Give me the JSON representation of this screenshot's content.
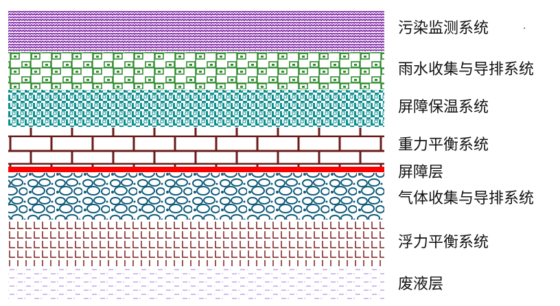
{
  "layers": [
    {
      "id": "pollution",
      "label": "污染监测系统",
      "pattern": "zigzag",
      "color": "#7b1fa2"
    },
    {
      "id": "rain",
      "label": "雨水收集与导排系统",
      "pattern": "grid-squares",
      "color": "#2e8b2e"
    },
    {
      "id": "insulation",
      "label": "屏障保温系统",
      "pattern": "weave",
      "color": "#0f8f8f"
    },
    {
      "id": "gravity",
      "label": "重力平衡系统",
      "pattern": "brick",
      "color": "#6b1a1a"
    },
    {
      "id": "barrier",
      "label": "屏障层",
      "pattern": "solid",
      "color": "#ff0000"
    },
    {
      "id": "gas",
      "label": "气体收集与导排系统",
      "pattern": "gravel",
      "color": "#0d5a7a"
    },
    {
      "id": "buoyancy",
      "label": "浮力平衡系统",
      "pattern": "l-grid",
      "color": "#7a1a1a"
    },
    {
      "id": "leachate",
      "label": "废液层",
      "pattern": "dashes",
      "color": "#b58be0"
    }
  ],
  "stray_mark": "·"
}
